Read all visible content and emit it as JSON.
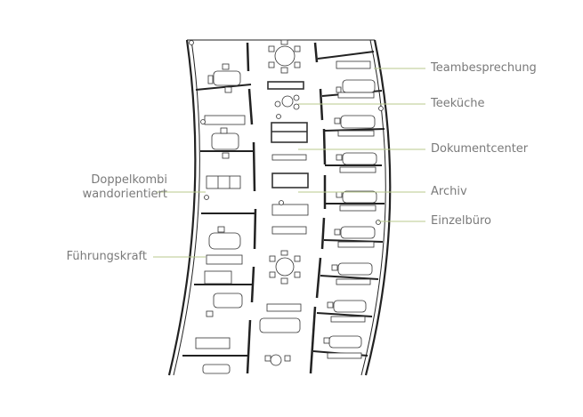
{
  "labels": {
    "teambesprechung": "Teambesprechung",
    "teekueche": "Teeküche",
    "dokumentcenter": "Dokumentcenter",
    "archiv": "Archiv",
    "einzelbuero": "Einzelbüro",
    "doppelkombi_line1": "Doppelkombi",
    "doppelkombi_line2": "wandorientiert",
    "fuehrungskraft": "Führungskraft"
  },
  "colors": {
    "leader": "#b8c98c",
    "text": "#7a7a7a",
    "wall": "#222222"
  }
}
